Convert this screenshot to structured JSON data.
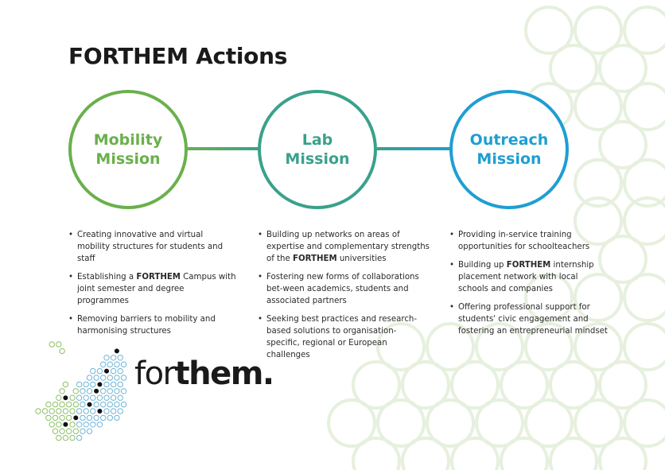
{
  "title": "FORTHEM Actions",
  "colors": {
    "mobility": "#6ab04c",
    "lab": "#3aa18b",
    "outreach": "#1f9ed1",
    "deco_green": "#e6f0de",
    "map_green": "#8cc063",
    "map_blue": "#6fb5d6",
    "map_dot": "#111111"
  },
  "missions": [
    {
      "id": "mobility",
      "label": "Mobility\nMission",
      "bullets": [
        [
          {
            "t": "Creating innovative and virtual mobility structures for students and staff"
          }
        ],
        [
          {
            "t": "Establishing a "
          },
          {
            "t": "FORTHEM",
            "b": true
          },
          {
            "t": " Campus with joint semester and degree programmes"
          }
        ],
        [
          {
            "t": "Removing barriers to mobility and harmonising structures"
          }
        ]
      ]
    },
    {
      "id": "lab",
      "label": "Lab\nMission",
      "bullets": [
        [
          {
            "t": "Building up networks on areas of expertise and complementary strengths of the "
          },
          {
            "t": "FORTHEM",
            "b": true
          },
          {
            "t": " universities"
          }
        ],
        [
          {
            "t": "Fostering new forms of collaborations bet-ween academics, students and associated partners"
          }
        ],
        [
          {
            "t": "Seeking best practices and research-based solutions to organisation-specific, regional or European challenges"
          }
        ]
      ]
    },
    {
      "id": "outreach",
      "label": "Outreach\nMission",
      "bullets": [
        [
          {
            "t": "Providing in-service training opportunities for schoolteachers"
          }
        ],
        [
          {
            "t": "Building up "
          },
          {
            "t": "FORTHEM",
            "b": true
          },
          {
            "t": " internship placement network with local schools and companies"
          }
        ],
        [
          {
            "t": "Offering professional support for students' civic engagement and fostering an entrepreneurial mindset"
          }
        ]
      ]
    }
  ],
  "logo": {
    "prefix": "for",
    "suffix": "them."
  }
}
